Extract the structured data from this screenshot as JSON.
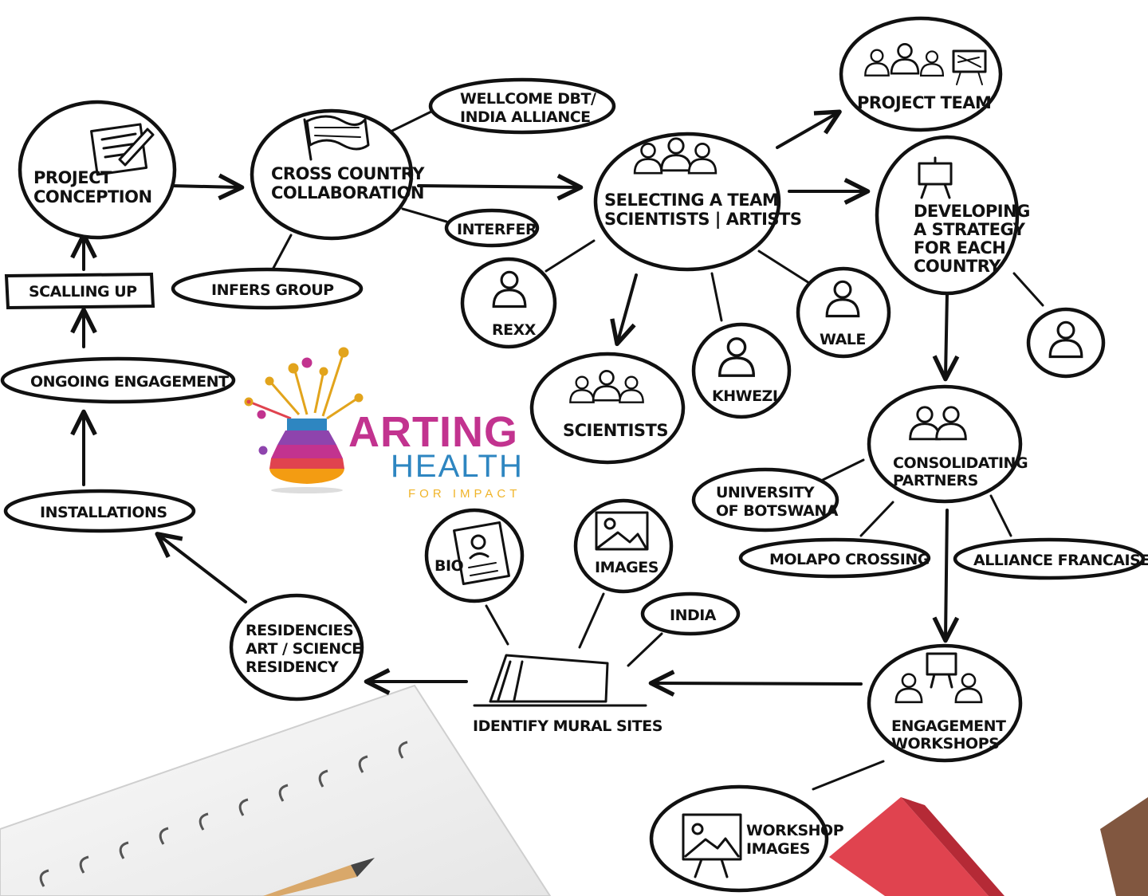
{
  "nodes": {
    "project_conception": [
      "PROJECT",
      "CONCEPTION"
    ],
    "cross_country": [
      "CROSS COUNTRY",
      "COLLABORATION"
    ],
    "wellcome": [
      "WELLCOME DBT/",
      "INDIA ALLIANCE"
    ],
    "interfer": "INTERFER",
    "infers_group": "INFERS GROUP",
    "selecting_team": [
      "SELECTING A TEAM",
      "SCIENTISTS | ARTISTS"
    ],
    "project_team": "PROJECT TEAM",
    "developing_strategy": [
      "DEVELOPING",
      "A STRATEGY",
      "FOR EACH",
      "COUNTRY"
    ],
    "rexx": "REXX",
    "scientists": "SCIENTISTS",
    "khwezi": "KHWEZI",
    "wale": "WALE",
    "scalling_up": "SCALLING UP",
    "ongoing_engagement": "ONGOING ENGAGEMENT",
    "installations": "INSTALLATIONS",
    "consolidating_partners": [
      "CONSOLIDATING",
      "PARTNERS"
    ],
    "university_botswana": [
      "UNIVERSITY",
      "OF BOTSWANA"
    ],
    "molapo_crossing": "MOLAPO CROSSING",
    "alliance_francaise": "ALLIANCE FRANCAISE",
    "bio": "BIO",
    "images": "IMAGES",
    "india": "INDIA",
    "residencies": [
      "RESIDENCIES",
      "ART / SCIENCE",
      "RESIDENCY"
    ],
    "identify_mural_sites": "IDENTIFY MURAL SITES",
    "engagement_workshops": [
      "ENGAGEMENT",
      "WORKSHOPS"
    ],
    "workshop_images": [
      "WORKSHOP",
      "IMAGES"
    ]
  },
  "logo": {
    "line1": "ARTING",
    "line2": "HEALTH",
    "line3": "FOR IMPACT"
  },
  "colors": {
    "ink": "#111111",
    "logo_magenta": "#c2338f",
    "logo_blue": "#2e86c1",
    "logo_yellow": "#f0b429",
    "eraser_red": "#e0434f"
  }
}
